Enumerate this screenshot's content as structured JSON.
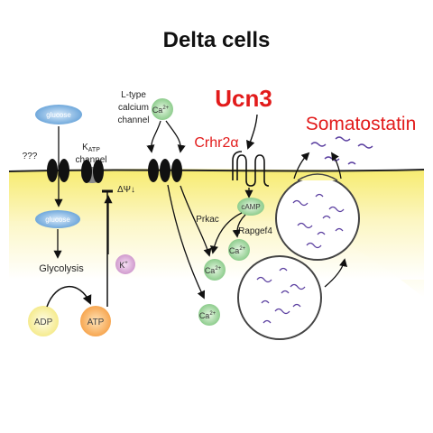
{
  "title": "Delta cells",
  "labels": {
    "glucose_outside": "glucose",
    "unknown_transporter": "???",
    "katp_k": "K",
    "katp_sub": "ATP",
    "katp_channel": "channel",
    "ltype_line1": "L-type",
    "ltype_line2": "calcium",
    "ltype_line3": "channel",
    "ca": "Ca",
    "ca_charge": "2+",
    "ucn3": "Ucn3",
    "crhr2a": "Crhr2α",
    "somatostatin": "Somatostatin",
    "glucose_inside": "glucose",
    "glycolysis": "Glycolysis",
    "adp": "ADP",
    "atp": "ATP",
    "k": "K",
    "k_charge": "+",
    "delta_psi": "ΔΨ↓",
    "camp": "cAMP",
    "prkac": "Prkac",
    "rapgef4": "Rapgef4"
  },
  "colors": {
    "cytoplasm": "#fbf3a0",
    "membrane": "#222222",
    "red_label": "#e21b1b",
    "glucose_blue": "#6fa8dc",
    "calcium_green": "#8fd18f",
    "potassium_pink": "#d9a1d6",
    "adp_yellow": "#f6ed8a",
    "atp_orange": "#f7a54a",
    "camp_green": "#6ebf6e",
    "granule_purple": "#5b3fa0"
  }
}
